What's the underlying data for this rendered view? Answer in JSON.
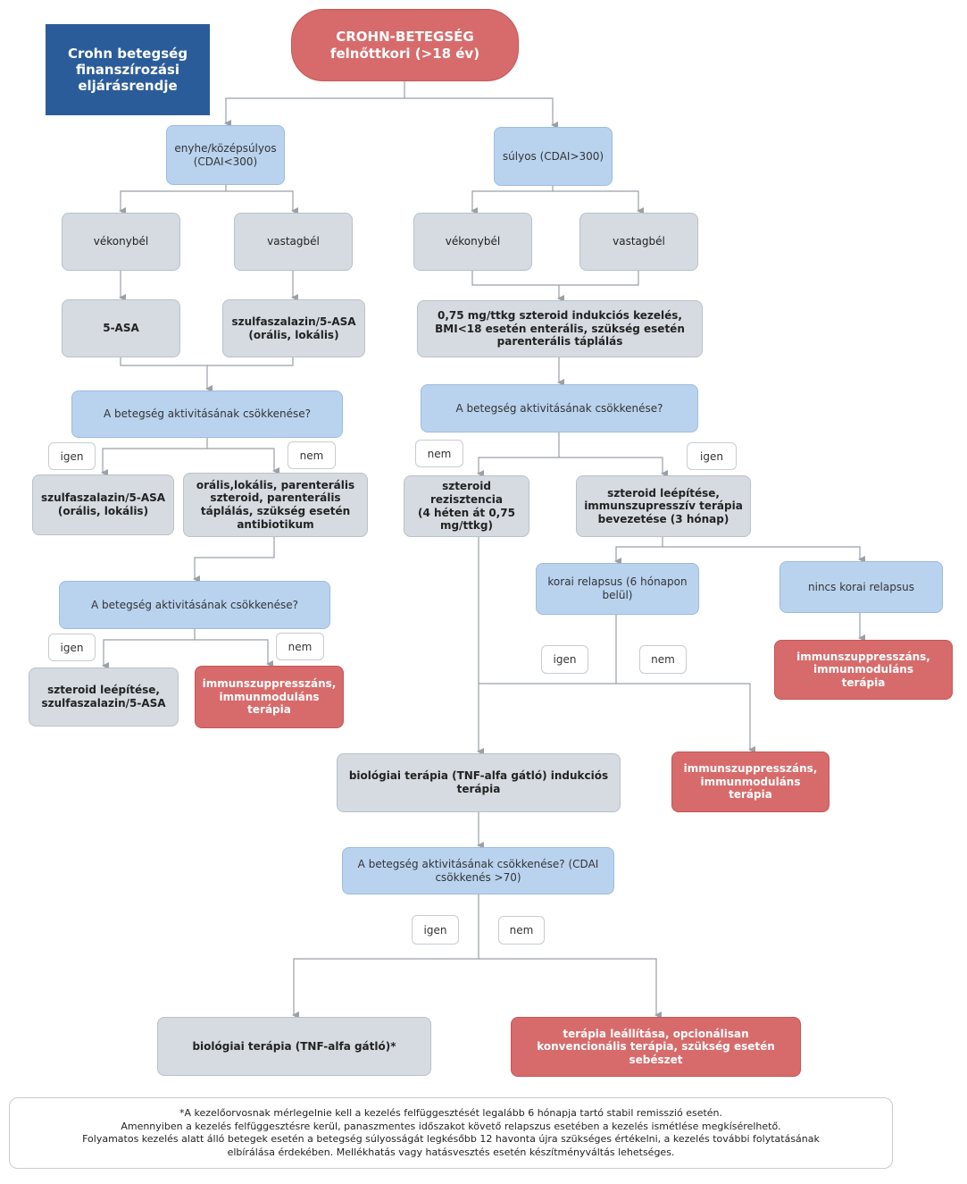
{
  "title": "Crohn betegség\nfinanszírozási\neljárásrendje",
  "start": "CROHN-BETEGSÉG\nfelnőttkori (>18 év)",
  "mild": {
    "severity": "enyhe/középsúlyos\n(CDAI<300)",
    "small_bowel": "vékonybél",
    "large_bowel": "vastagbél",
    "therapy_small": "5-ASA",
    "therapy_large": "szulfaszalazin/5-ASA\n(orális, lokális)",
    "question1": "A betegség aktivitásának csökkenése?",
    "yes1": "igen",
    "no1": "nem",
    "yes1_result": "szulfaszalazin/5-ASA\n(orális, lokális)",
    "no1_result": "orális,lokális, parenterális\nszteroid, parenterális\ntáplálás, szükség esetén\nantibiotikum",
    "question2": "A betegség aktivitásának csökkenése?",
    "yes2": "igen",
    "no2": "nem",
    "yes2_result": "szteroid leépítése,\nszulfaszalazin/5-ASA",
    "no2_result": "immunszuppresszáns,\nimmunmoduláns\nterápia"
  },
  "severe": {
    "severity": "súlyos (CDAI>300)",
    "small_bowel": "vékonybél",
    "large_bowel": "vastagbél",
    "induction": "0,75 mg/ttkg szteroid indukciós kezelés,\nBMI<18 esetén enterális, szükség esetén\nparenterális táplálás",
    "question": "A betegség aktivitásának csökkenése?",
    "no": "nem",
    "yes": "igen",
    "resistance": "szteroid rezisztencia\n(4 héten át 0,75\nmg/ttkg)",
    "taper": "szteroid leépítése,\nimmunszupresszív terápia\nbevezetése (3 hónap)",
    "early_relapse": "korai relapsus (6 hónapon\nbelül)",
    "no_early_relapse": "nincs korai relapsus",
    "no_relapse_result": "immunszuppresszáns,\nimmunmoduláns\nterápia",
    "relapse_yes": "igen",
    "relapse_no": "nem",
    "relapse_no_result": "immunszuppresszáns,\nimmunmoduláns\nterápia"
  },
  "biologic": {
    "induction": "biológiai terápia (TNF-alfa gátló) indukciós\nterápia",
    "question": "A betegség aktivitásának csökkenése? (CDAI\ncsökkenés >70)",
    "yes": "igen",
    "no": "nem",
    "yes_result": "biológiai terápia (TNF-alfa gátló)*",
    "no_result": "terápia leállítása, opcionálisan\nkonvencionális terápia, szükség esetén\nsebészet"
  },
  "footnote": [
    "*A kezelőorvosnak mérlegelnie kell a kezelés felfüggesztését legalább 6 hónapja tartó stabil remisszió esetén.",
    "Amennyiben a kezelés felfüggesztésre kerül, panaszmentes időszakot követő relapszus esetében a kezelés ismétlése megkísérelhető.",
    "Folyamatos kezelés alatt álló betegek esetén a betegség súlyosságát legkésőbb 12 havonta újra szükséges értékelni, a kezelés további folytatásának",
    "elbírálása érdekében. Mellékhatás vagy hatásvesztés esetén készítményváltás lehetséges."
  ],
  "colors": {
    "grey_box": "#d5dbe1",
    "blue_box": "#b9d3ef",
    "red_box": "#d76b6b",
    "title_box": "#2b5c9a",
    "line": "#9aa0a6"
  }
}
